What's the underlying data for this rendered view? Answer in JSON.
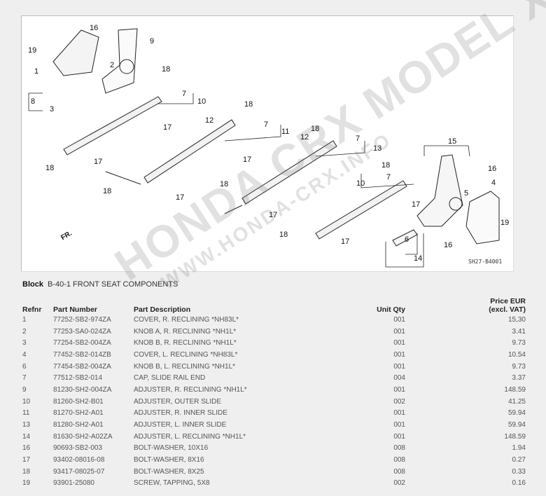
{
  "diagram": {
    "code": "SH27-B4001",
    "direction_label": "FR.",
    "watermark": [
      "HONDA CRX MODEL X",
      "WWW.HONDA-CRX.INFO"
    ],
    "callouts": [
      "16",
      "9",
      "19",
      "1",
      "2",
      "18",
      "7",
      "10",
      "8",
      "3",
      "18",
      "12",
      "7",
      "11",
      "17",
      "12",
      "18",
      "7",
      "13",
      "18",
      "17",
      "17",
      "15",
      "18",
      "16",
      "7",
      "10",
      "4",
      "5",
      "18",
      "17",
      "18",
      "17",
      "17",
      "19",
      "18",
      "17",
      "6",
      "16",
      "14"
    ]
  },
  "block": {
    "label": "Block",
    "title": "B-40-1 FRONT SEAT COMPONENTS"
  },
  "table": {
    "headers": {
      "refnr": "Refnr",
      "part_number": "Part Number",
      "description": "Part Description",
      "qty": "Unit Qty",
      "price_line1": "Price EUR",
      "price_line2": "(excl. VAT)"
    },
    "rows": [
      {
        "ref": "1",
        "pn": "77252-SB2-974ZA",
        "desc": "COVER, R. RECLINING *NH83L*",
        "qty": "001",
        "price": "15,30"
      },
      {
        "ref": "2",
        "pn": "77253-SA0-024ZA",
        "desc": "KNOB A, R. RECLINING *NH1L*",
        "qty": "001",
        "price": "3.41"
      },
      {
        "ref": "3",
        "pn": "77254-SB2-004ZA",
        "desc": "KNOB B, R. RECLINING *NH1L*",
        "qty": "001",
        "price": "9.73"
      },
      {
        "ref": "4",
        "pn": "77452-SB2-014ZB",
        "desc": "COVER, L. RECLINING *NH83L*",
        "qty": "001",
        "price": "10.54"
      },
      {
        "ref": "6",
        "pn": "77454-SB2-004ZA",
        "desc": "KNOB B, L. RECLINING *NH1L*",
        "qty": "001",
        "price": "9.73"
      },
      {
        "ref": "7",
        "pn": "77512-SB2-014",
        "desc": "CAP, SLIDE RAIL END",
        "qty": "004",
        "price": "3.37"
      },
      {
        "ref": "9",
        "pn": "81230-SH2-004ZA",
        "desc": "ADJUSTER, R. RECLINING *NH1L*",
        "qty": "001",
        "price": "148.59"
      },
      {
        "ref": "10",
        "pn": "81260-SH2-B01",
        "desc": "ADJUSTER, OUTER SLIDE",
        "qty": "002",
        "price": "41.25"
      },
      {
        "ref": "11",
        "pn": "81270-SH2-A01",
        "desc": "ADJUSTER, R. INNER SLIDE",
        "qty": "001",
        "price": "59.94"
      },
      {
        "ref": "13",
        "pn": "81280-SH2-A01",
        "desc": "ADJUSTER, L. INNER SLIDE",
        "qty": "001",
        "price": "59.94"
      },
      {
        "ref": "14",
        "pn": "81630-SH2-A02ZA",
        "desc": "ADJUSTER, L. RECLINING *NH1L*",
        "qty": "001",
        "price": "148.59"
      },
      {
        "ref": "16",
        "pn": "90693-SB2-003",
        "desc": "BOLT-WASHER, 10X16",
        "qty": "008",
        "price": "1.94"
      },
      {
        "ref": "17",
        "pn": "93402-08016-08",
        "desc": "BOLT-WASHER, 8X16",
        "qty": "008",
        "price": "0.27"
      },
      {
        "ref": "18",
        "pn": "93417-08025-07",
        "desc": "BOLT-WASHER, 8X25",
        "qty": "008",
        "price": "0.33"
      },
      {
        "ref": "19",
        "pn": "93901-25080",
        "desc": "SCREW, TAPPING, 5X8",
        "qty": "002",
        "price": "0.16"
      }
    ]
  }
}
